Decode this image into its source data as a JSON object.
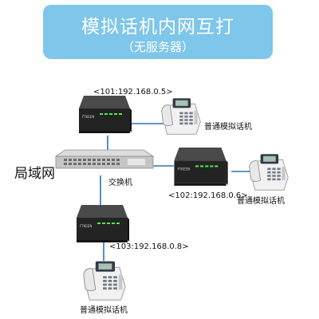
{
  "header": {
    "title": "模拟话机内网互打",
    "subtitle": "（无服务器）"
  },
  "network": {
    "lan_label": "局域网",
    "switch_label": "交换机",
    "gateways": [
      {
        "ip": "<101:192.168.0.5>",
        "brand": "FTKEEN"
      },
      {
        "ip": "<102:192.168.0.6>",
        "brand": "FTKEEN"
      },
      {
        "ip": "<103:192.168.0.8>",
        "brand": "FTKEEN"
      }
    ],
    "phones": [
      {
        "caption": "普通模拟话机"
      },
      {
        "caption": "普通模拟话机"
      },
      {
        "caption": "普通模拟话机"
      }
    ]
  },
  "colors": {
    "title_bg": "#7ec6ea",
    "cable": "#2d73b8",
    "device": "#2a2a2a",
    "led": "#4fe84f"
  }
}
